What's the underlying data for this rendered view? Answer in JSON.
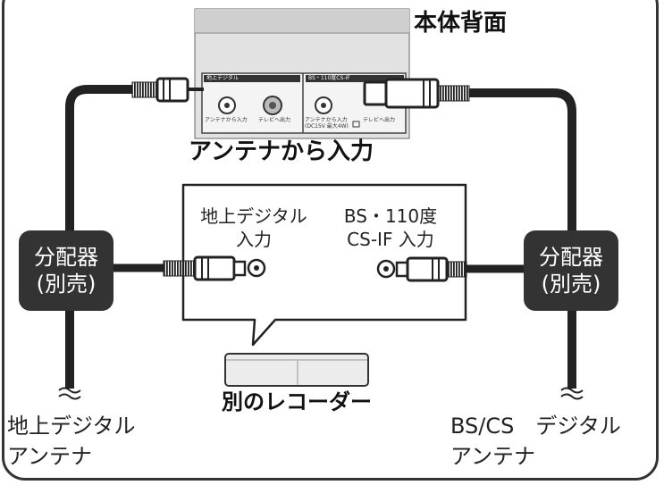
{
  "title_rear_panel": "本体背面",
  "panel": {
    "terrestrial_header": "地上デジタル",
    "terrestrial_in": "アンテナから入力",
    "terrestrial_out": "テレビへ出力",
    "bs_header": "BS・110度CS-IF",
    "bs_in": "アンテナから入力(DC15V 最大4W)",
    "bs_out": "テレビへ出力"
  },
  "antenna_input_label": "アンテナから入力",
  "callout": {
    "terrestrial_input": [
      "地上デジタル",
      "入力"
    ],
    "bs_input": [
      "BS・110度",
      "CS-IF 入力"
    ]
  },
  "splitter_left": [
    "分配器",
    "(別売)"
  ],
  "splitter_right": [
    "分配器",
    "(別売)"
  ],
  "recorder_label": "別のレコーダー",
  "antenna_left": [
    "地上デジタル",
    "アンテナ"
  ],
  "antenna_right": [
    "BS/CS　デジタル",
    "アンテナ"
  ]
}
